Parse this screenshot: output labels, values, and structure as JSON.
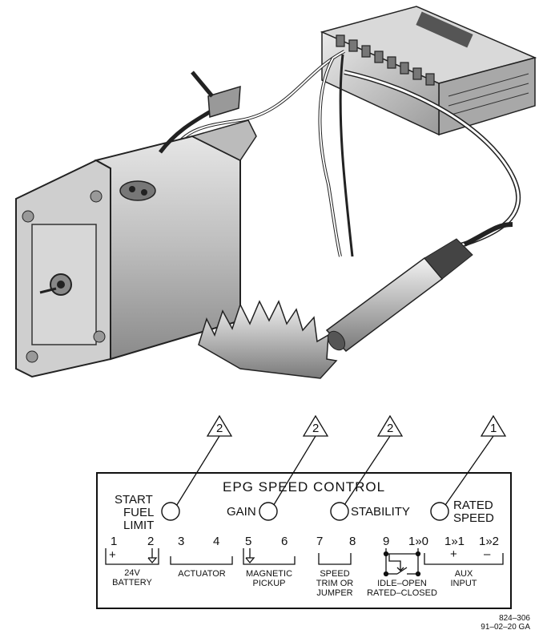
{
  "panel": {
    "title": "EPG SPEED CONTROL",
    "start_fuel_limit": [
      "START",
      "FUEL",
      "LIMIT"
    ],
    "gain": "GAIN",
    "stability": "STABILITY",
    "rated_speed": [
      "RATED",
      "SPEED"
    ],
    "terminals": [
      "1",
      "2",
      "3",
      "4",
      "5",
      "6",
      "7",
      "8",
      "9",
      "1»0",
      "1»1",
      "1»2"
    ],
    "groups": {
      "battery": [
        "24V",
        "BATTERY"
      ],
      "actuator": [
        "ACTUATOR"
      ],
      "magnetic_pickup": [
        "MAGNETIC",
        "PICKUP"
      ],
      "speed_trim": [
        "SPEED",
        "TRIM OR",
        "JUMPER"
      ],
      "idle_rated": [
        "IDLE–OPEN",
        "RATED–CLOSED"
      ],
      "aux_input": [
        "AUX",
        "INPUT"
      ]
    },
    "polarity": {
      "battery_plus": "+",
      "aux_plus": "+",
      "aux_minus": "–"
    }
  },
  "callouts": [
    "2",
    "2",
    "2",
    "1"
  ],
  "drawing_number": [
    "824–306",
    "91–02–20 GA"
  ]
}
